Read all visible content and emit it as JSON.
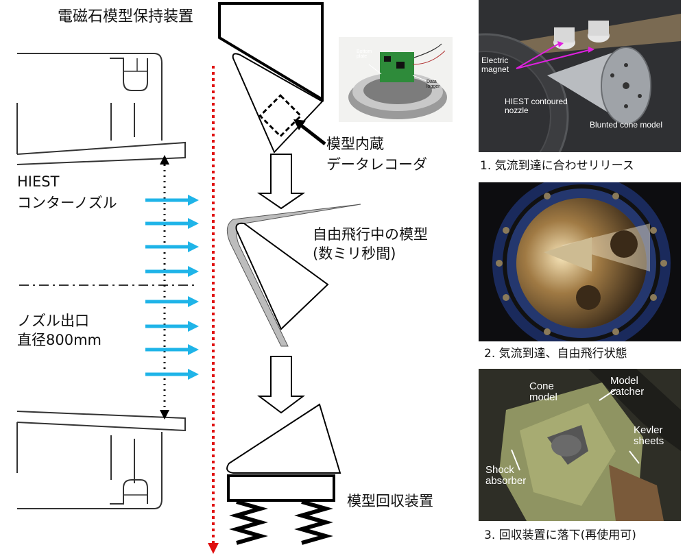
{
  "diagram": {
    "title_holder": "電磁石模型保持装置",
    "nozzle_label_1": "HIEST",
    "nozzle_label_2": "コンターノズル",
    "exit_label_1": "ノズル出口",
    "exit_label_2": "直径800mm",
    "recorder_label_1": "模型内蔵",
    "recorder_label_2": "データレコーダ",
    "freeflight_label_1": "自由飛行中の模型",
    "freeflight_label_2": "(数ミリ秒間)",
    "catcher_label": "模型回収装置",
    "colors": {
      "flow_arrow": "#1fb4e8",
      "drop_line": "#e01010",
      "gray_model": "#bdbdbd"
    }
  },
  "inset_photo": {
    "labels": [
      "Bottom plate",
      "Data logger"
    ]
  },
  "photos": [
    {
      "caption": "1. 気流到達に合わせリリース",
      "labels": [
        "Electric magnet",
        "HIEST contoured nozzle",
        "Blunted cone model"
      ]
    },
    {
      "caption": "2. 気流到達、自由飛行状態",
      "labels": []
    },
    {
      "caption": "3. 回収装置に落下(再使用可)",
      "labels": [
        "Cone model",
        "Model catcher",
        "Kevler sheets",
        "Shock absorber"
      ]
    }
  ]
}
